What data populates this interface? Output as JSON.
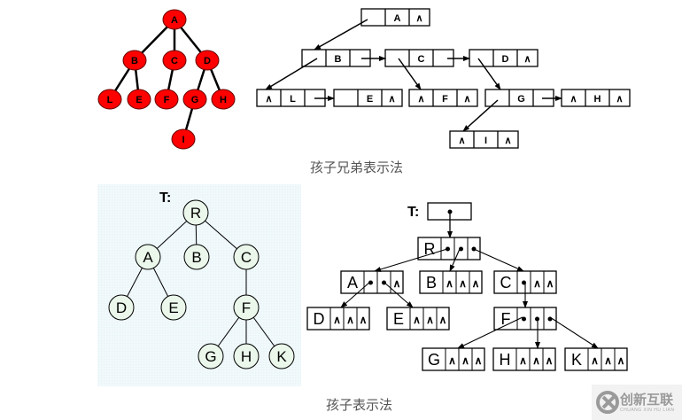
{
  "top_tree": {
    "nodes": [
      "A",
      "B",
      "C",
      "D",
      "L",
      "E",
      "F",
      "G",
      "H",
      "I"
    ],
    "edges": [
      [
        "A",
        "B"
      ],
      [
        "A",
        "C"
      ],
      [
        "A",
        "D"
      ],
      [
        "B",
        "L"
      ],
      [
        "B",
        "E"
      ],
      [
        "C",
        "F"
      ],
      [
        "D",
        "G"
      ],
      [
        "D",
        "H"
      ],
      [
        "G",
        "I"
      ]
    ],
    "node_color": "#ff0000"
  },
  "child_sibling": {
    "caption": "孩子兄弟表示法",
    "boxes": [
      [
        "",
        "A",
        "∧"
      ],
      [
        "",
        "B",
        ""
      ],
      [
        "",
        "C",
        ""
      ],
      [
        "",
        "D",
        "∧"
      ],
      [
        "∧",
        "L",
        ""
      ],
      [
        "",
        "E",
        "∧"
      ],
      [
        "∧",
        "F",
        "∧"
      ],
      [
        "",
        "G",
        ""
      ],
      [
        "∧",
        "H",
        "∧"
      ],
      [
        "∧",
        "I",
        "∧"
      ]
    ]
  },
  "bottom_tree": {
    "label": "T:",
    "nodes": [
      "R",
      "A",
      "B",
      "C",
      "D",
      "E",
      "F",
      "G",
      "H",
      "K"
    ],
    "edges": [
      [
        "R",
        "A"
      ],
      [
        "R",
        "B"
      ],
      [
        "R",
        "C"
      ],
      [
        "A",
        "D"
      ],
      [
        "A",
        "E"
      ],
      [
        "C",
        "F"
      ],
      [
        "F",
        "G"
      ],
      [
        "F",
        "H"
      ],
      [
        "F",
        "K"
      ]
    ],
    "background": "#e6f4f8"
  },
  "child_list": {
    "caption": "孩子表示法",
    "label": "T:",
    "boxes": [
      [
        "R",
        "•",
        "•",
        "•"
      ],
      [
        "A",
        "•",
        "•",
        "∧"
      ],
      [
        "B",
        "∧",
        "∧",
        "∧"
      ],
      [
        "C",
        "•",
        "∧",
        "∧"
      ],
      [
        "D",
        "∧",
        "∧",
        "∧"
      ],
      [
        "E",
        "∧",
        "∧",
        "∧"
      ],
      [
        "F",
        "•",
        "•",
        "•"
      ],
      [
        "G",
        "∧",
        "∧",
        "∧"
      ],
      [
        "H",
        "∧",
        "∧",
        "∧"
      ],
      [
        "K",
        "∧",
        "∧",
        "∧"
      ]
    ]
  },
  "watermark": {
    "title": "创新互联",
    "subtitle": "CHUANG XIN HU LIAN"
  }
}
